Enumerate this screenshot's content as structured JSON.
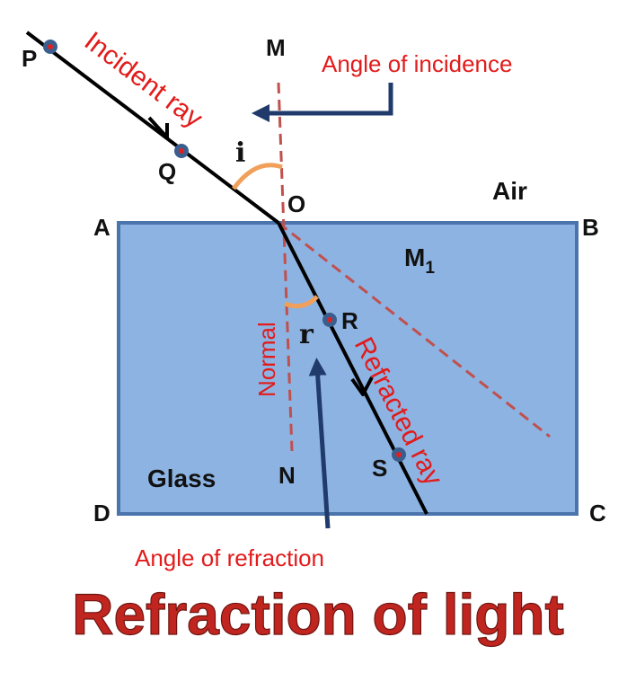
{
  "title": "Refraction of light",
  "labels": {
    "incident_ray": "Incident ray",
    "refracted_ray": "Refracted ray",
    "normal": "Normal",
    "angle_of_incidence": "Angle of incidence",
    "angle_of_refraction": "Angle of refraction",
    "angle_i": "i",
    "angle_r": "r",
    "medium_air": "Air",
    "medium_glass": "Glass",
    "medium_m1_base": "M",
    "medium_m1_sub": "1"
  },
  "points": {
    "P": "P",
    "Q": "Q",
    "O": "O",
    "R": "R",
    "S": "S",
    "M": "M",
    "N": "N",
    "A": "A",
    "B": "B",
    "C": "C",
    "D": "D"
  },
  "colors": {
    "glass_fill": "#8db3e2",
    "glass_border": "#4a74ab",
    "ray": "#000000",
    "normal_dash": "#c0504d",
    "arc": "#f0a05a",
    "label_red": "#e21b1b",
    "arrow_navy": "#1f3a6b",
    "title": "#c0261f"
  }
}
